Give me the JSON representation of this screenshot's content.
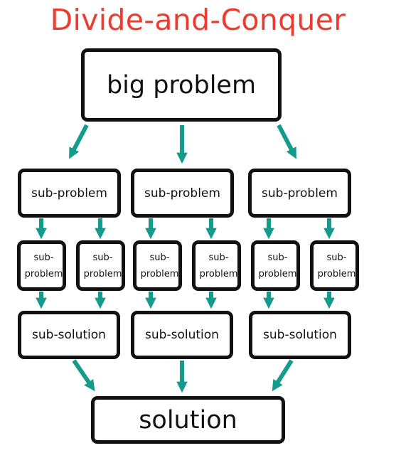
{
  "title": "Divide-and-Conquer",
  "big_problem": "big problem",
  "solution": "solution",
  "branches": [
    {
      "subproblem": "sub-problem",
      "leaves": [
        "sub- problem",
        "sub- problem"
      ],
      "subsolution": "sub-solution"
    },
    {
      "subproblem": "sub-problem",
      "leaves": [
        "sub- problem",
        "sub- problem"
      ],
      "subsolution": "sub-solution"
    },
    {
      "subproblem": "sub-problem",
      "leaves": [
        "sub- problem",
        "sub- problem"
      ],
      "subsolution": "sub-solution"
    }
  ],
  "colors": {
    "title": "#ee3b2f",
    "arrow": "#149b8c",
    "border": "#111111"
  }
}
